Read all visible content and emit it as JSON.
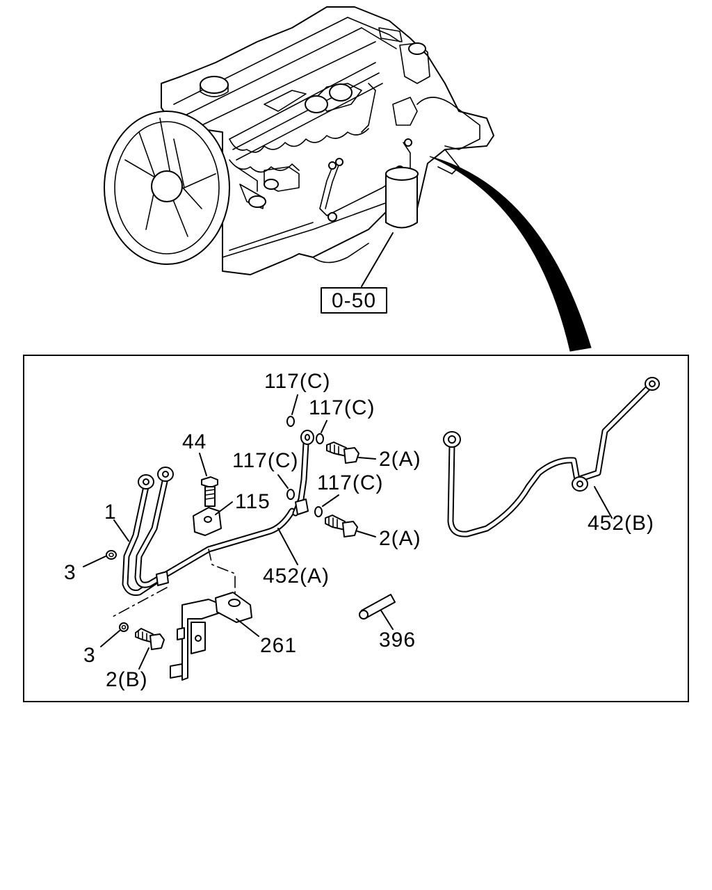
{
  "diagram": {
    "top_reference_label": "0-50",
    "callouts": {
      "washer_117c_a": "117(C)",
      "washer_117c_b": "117(C)",
      "washer_117c_c": "117(C)",
      "washer_117c_d": "117(C)",
      "bolt_2a_upper": "2(A)",
      "bolt_2a_lower": "2(A)",
      "bolt_44": "44",
      "clip_115": "115",
      "pipe_1": "1",
      "washer_3_upper": "3",
      "washer_3_lower": "3",
      "pipe_452a": "452(A)",
      "pipe_452b": "452(B)",
      "bracket_261": "261",
      "pin_396": "396",
      "bolt_2b": "2(B)"
    }
  }
}
